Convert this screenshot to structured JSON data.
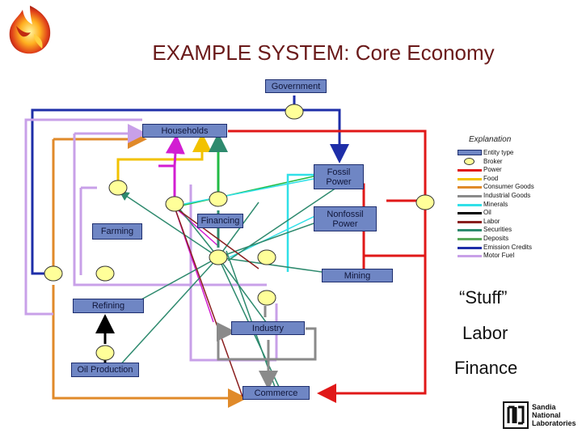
{
  "title": "EXAMPLE SYSTEM: Core Economy",
  "nodes": {
    "government": "Government",
    "households": "Households",
    "fossil_power": "Fossil Power",
    "nonfossil_power": "Nonfossil Power",
    "farming": "Farming",
    "financing": "Financing",
    "mining": "Mining",
    "refining": "Refining",
    "industry": "Industry",
    "oil_production": "Oil Production",
    "commerce": "Commerce"
  },
  "legend": {
    "title": "Explanation",
    "items": [
      {
        "label": "Entity type",
        "kind": "box"
      },
      {
        "label": "Broker",
        "kind": "oval"
      },
      {
        "label": "Power",
        "color": "#e01818"
      },
      {
        "label": "Food",
        "color": "#f2c200"
      },
      {
        "label": "Consumer Goods",
        "color": "#e08a2a"
      },
      {
        "label": "Industrial Goods",
        "color": "#8a8a8a"
      },
      {
        "label": "Minerals",
        "color": "#30e0e8"
      },
      {
        "label": "Oil",
        "color": "#000000"
      },
      {
        "label": "Labor",
        "color": "#8a1e1e"
      },
      {
        "label": "Securities",
        "color": "#2e8a6e"
      },
      {
        "label": "Deposits",
        "color": "#5aa85a"
      },
      {
        "label": "Emission Credits",
        "color": "#1e2ea8"
      },
      {
        "label": "Motor Fuel",
        "color": "#c8a0e8"
      }
    ]
  },
  "side_labels": [
    "“Stuff”",
    "Labor",
    "Finance"
  ],
  "logo": {
    "line1": "Sandia",
    "line2": "National",
    "line3": "Laboratories"
  },
  "colors": {
    "power": "#e01818",
    "food": "#f2c200",
    "consumer": "#e08a2a",
    "industrial": "#8a8a8a",
    "minerals": "#30e0e8",
    "oil": "#000000",
    "labor": "#8a1e1e",
    "securities": "#2e8a6e",
    "deposits": "#5aa85a",
    "emission": "#1e2ea8",
    "motorfuel": "#c8a0e8",
    "magenta": "#d21ed2",
    "green": "#22bb44",
    "box": "#6f86c4",
    "broker": "#ffff99"
  }
}
